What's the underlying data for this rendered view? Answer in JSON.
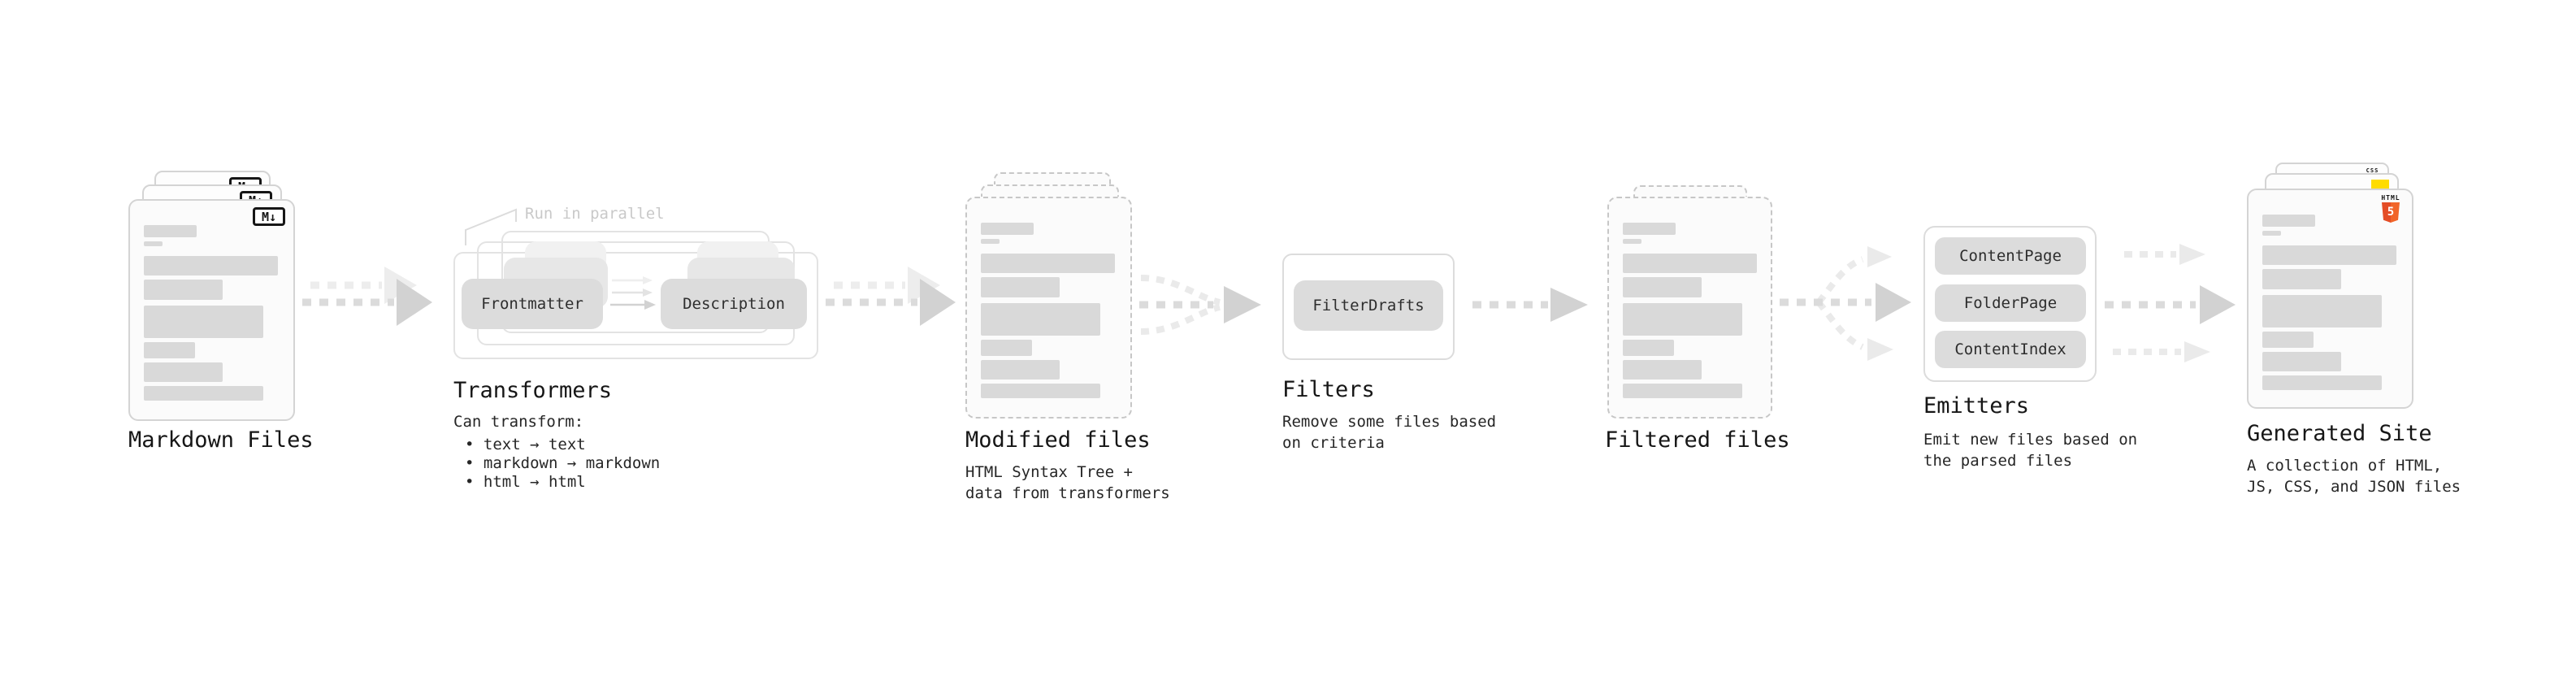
{
  "colors": {
    "background": "#ffffff",
    "card_bg": "#fbfbfb",
    "card_back_bg": "#fdfdfd",
    "card_border": "#d4d4d4",
    "dashed_border": "#c7c7c7",
    "outline_border": "#e3e3e3",
    "panel_border": "#dcdcdc",
    "bar": "#d9d9d9",
    "pill_bg": "#dcdcdc",
    "pill_ghost1": "#e7e7e7",
    "pill_ghost2": "#f1f1f1",
    "pill_text": "#2e2e2e",
    "title_text": "#161616",
    "body_text": "#262626",
    "muted_text": "#c9c9c9",
    "leader": "#dcdcdc",
    "arrow_dash": "#dbdbdb",
    "arrow_head": "#d2d2d2",
    "arrow_ghost": "#ededed",
    "arrow_curve": "#eaeaea",
    "mini_arrow_top": "#eeeeee",
    "mini_arrow_mid": "#e3e3e3",
    "mini_arrow_bottom": "#d2d2d2",
    "badge_black": "#161616",
    "html5_orange": "#e44d26",
    "html5_orange_light": "#f16529",
    "css_blue": "#2d68f0",
    "js_yellow": "#ffdc00"
  },
  "icons": {
    "markdown_badge": "M↓",
    "html5_label": "HTML",
    "html5_number": "5",
    "css_label": "CSS"
  },
  "stages": {
    "markdown": {
      "title": "Markdown Files"
    },
    "transformers": {
      "title": "Transformers",
      "annotation": "Run in parallel",
      "pill_left": "Frontmatter",
      "pill_right": "Description",
      "subtitle": "Can transform:",
      "bullets": [
        "• text → text",
        "• markdown → markdown",
        "• html → html"
      ]
    },
    "modified": {
      "title": "Modified files",
      "subtitle": "HTML Syntax Tree +\ndata from transformers"
    },
    "filters": {
      "title": "Filters",
      "pill": "FilterDrafts",
      "subtitle": "Remove some files based\non criteria"
    },
    "filtered": {
      "title": "Filtered files"
    },
    "emitters": {
      "title": "Emitters",
      "pills": [
        "ContentPage",
        "FolderPage",
        "ContentIndex"
      ],
      "subtitle": "Emit new files based on\nthe parsed files"
    },
    "generated": {
      "title": "Generated Site",
      "subtitle": "A collection of HTML,\nJS, CSS, and JSON files"
    }
  },
  "skeleton_bars": [
    {
      "w": 65,
      "h": 15,
      "mt": 0
    },
    {
      "w": 23,
      "h": 6,
      "mt": 5
    },
    {
      "w": 165,
      "h": 24,
      "mt": 12
    },
    {
      "w": 97,
      "h": 25,
      "mt": 5
    },
    {
      "w": 147,
      "h": 40,
      "mt": 7
    },
    {
      "w": 63,
      "h": 20,
      "mt": 5
    },
    {
      "w": 97,
      "h": 24,
      "mt": 5
    },
    {
      "w": 147,
      "h": 18,
      "mt": 5
    }
  ]
}
